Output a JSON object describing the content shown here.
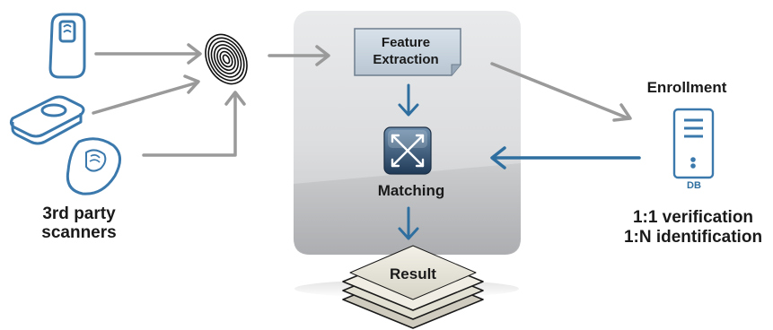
{
  "labels": {
    "scanners": "3rd party\nscanners",
    "feature_extraction": "Feature\nExtraction",
    "matching": "Matching",
    "result": "Result",
    "enrollment": "Enrollment",
    "db": "DB",
    "modes": "1:1 verification\n1:N identification"
  },
  "colors": {
    "gray_arrow": "#9a9a9a",
    "blue_arrow": "#2f6fa0",
    "scanner_stroke": "#3b79ad",
    "text": "#1a1a1a"
  },
  "icons": {
    "scanner_top": "fingerprint-scanner-upright-icon",
    "scanner_middle": "fingerprint-scanner-flat-icon",
    "scanner_bottom": "fingerprint-scanner-mouse-icon",
    "fingerprint": "fingerprint-icon",
    "matching": "matching-arrows-icon",
    "database": "database-server-icon"
  }
}
